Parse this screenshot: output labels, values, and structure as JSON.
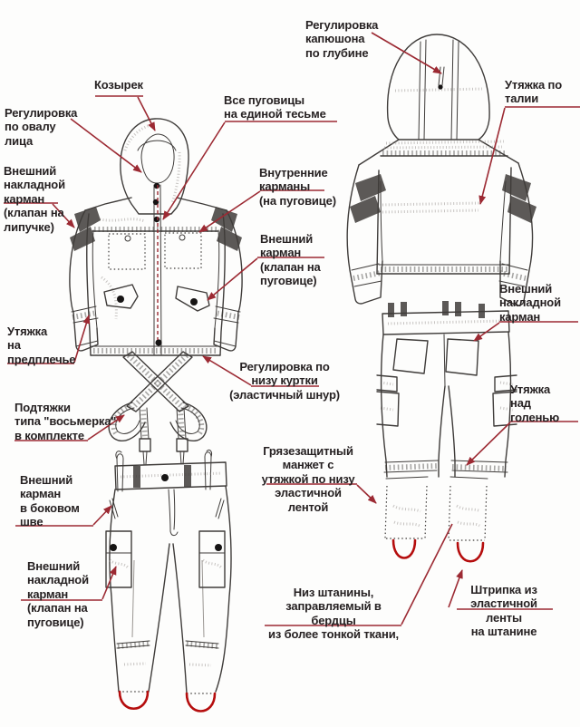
{
  "colors": {
    "accent": "#9c2a33",
    "text": "#262122",
    "sketch": "#3f3c3a",
    "sketch_light": "#9a9692",
    "stirrup": "#b50d0d",
    "background": "#fdfdfc"
  },
  "annotations": {
    "kozyrek": {
      "text": "Козырек"
    },
    "face_oval": {
      "text": "Регулировка\nпо овалу\nлица"
    },
    "buttons_tape": {
      "text": "Все пуговицы\nна единой тесьме"
    },
    "hood_depth": {
      "text": "Регулировка\nкапюшона\nпо глубине"
    },
    "waist": {
      "text": "Утяжка по\nталии"
    },
    "sleeve_pocket": {
      "text": "Внешний\nнакладной\nкарман\n(клапан на\nлипучке)"
    },
    "inner_pockets": {
      "text": "Внутренние\nкарманы\n(на пуговице)"
    },
    "outer_pocket": {
      "text": "Внешний\nкарман\n(клапан на\nпуговице)"
    },
    "forearm": {
      "text": "Утяжка\nна\nпредплечье"
    },
    "hem": {
      "text": "Регулировка по\nнизу куртки\n(эластичный шнур)"
    },
    "suspenders": {
      "text": "Подтяжки\nтипа \"восьмерка\"\nв комплекте"
    },
    "back_pocket": {
      "text": "Внешний\nнакладной\nкарман"
    },
    "side_seam_pocket": {
      "text": "Внешний\nкарман\nв боковом\nшве"
    },
    "shin": {
      "text": "Утяжка\nнад\nголенью"
    },
    "mud_cuff": {
      "text": "Грязезащитный\nманжет с\nутяжкой по низу\nэластичной лентой"
    },
    "cargo_pocket": {
      "text": "Внешний\nнакладной\nкарман\n(клапан на\nпуговице)"
    },
    "leg_bottom": {
      "text": "Низ штанины,\nзаправляемый в бердцы\nиз более тонкой ткани,"
    },
    "stirrup": {
      "text": "Штрипка из\nэластичной ленты\nна штанине"
    }
  }
}
